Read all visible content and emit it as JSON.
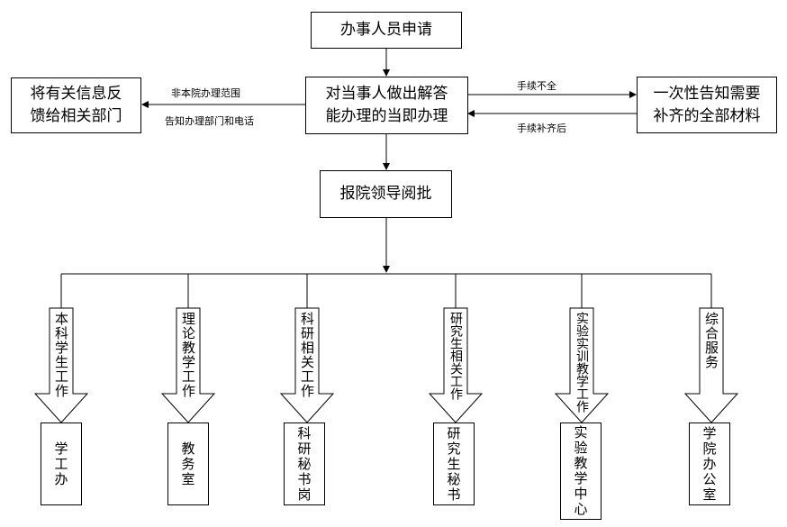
{
  "nodes": {
    "apply": "办事人员申请",
    "decide": [
      "对当事人做出解答",
      "能办理的当即办理"
    ],
    "feedback": [
      "将有关信息反",
      "馈给相关部门"
    ],
    "notify": [
      "一次性告知需要",
      "补齐的全部材料"
    ],
    "approve": "报院领导阅批"
  },
  "edge_labels": {
    "out_of_scope": "非本院办理范围",
    "tell_dept": "告知办理部门和电话",
    "incomplete": "手续不全",
    "completed": "手续补齐后"
  },
  "branches": [
    {
      "work": "本科学生工作",
      "office": "学工办"
    },
    {
      "work": "理论教学工作",
      "office": "教务室"
    },
    {
      "work": "科研相关工作",
      "office": "科研秘书岗"
    },
    {
      "work": "研究生相关工作",
      "office": "研究生秘书"
    },
    {
      "work": "实验实训教学工作",
      "office": "实验教学中心"
    },
    {
      "work": "综合服务",
      "office": "学院办公室"
    }
  ]
}
